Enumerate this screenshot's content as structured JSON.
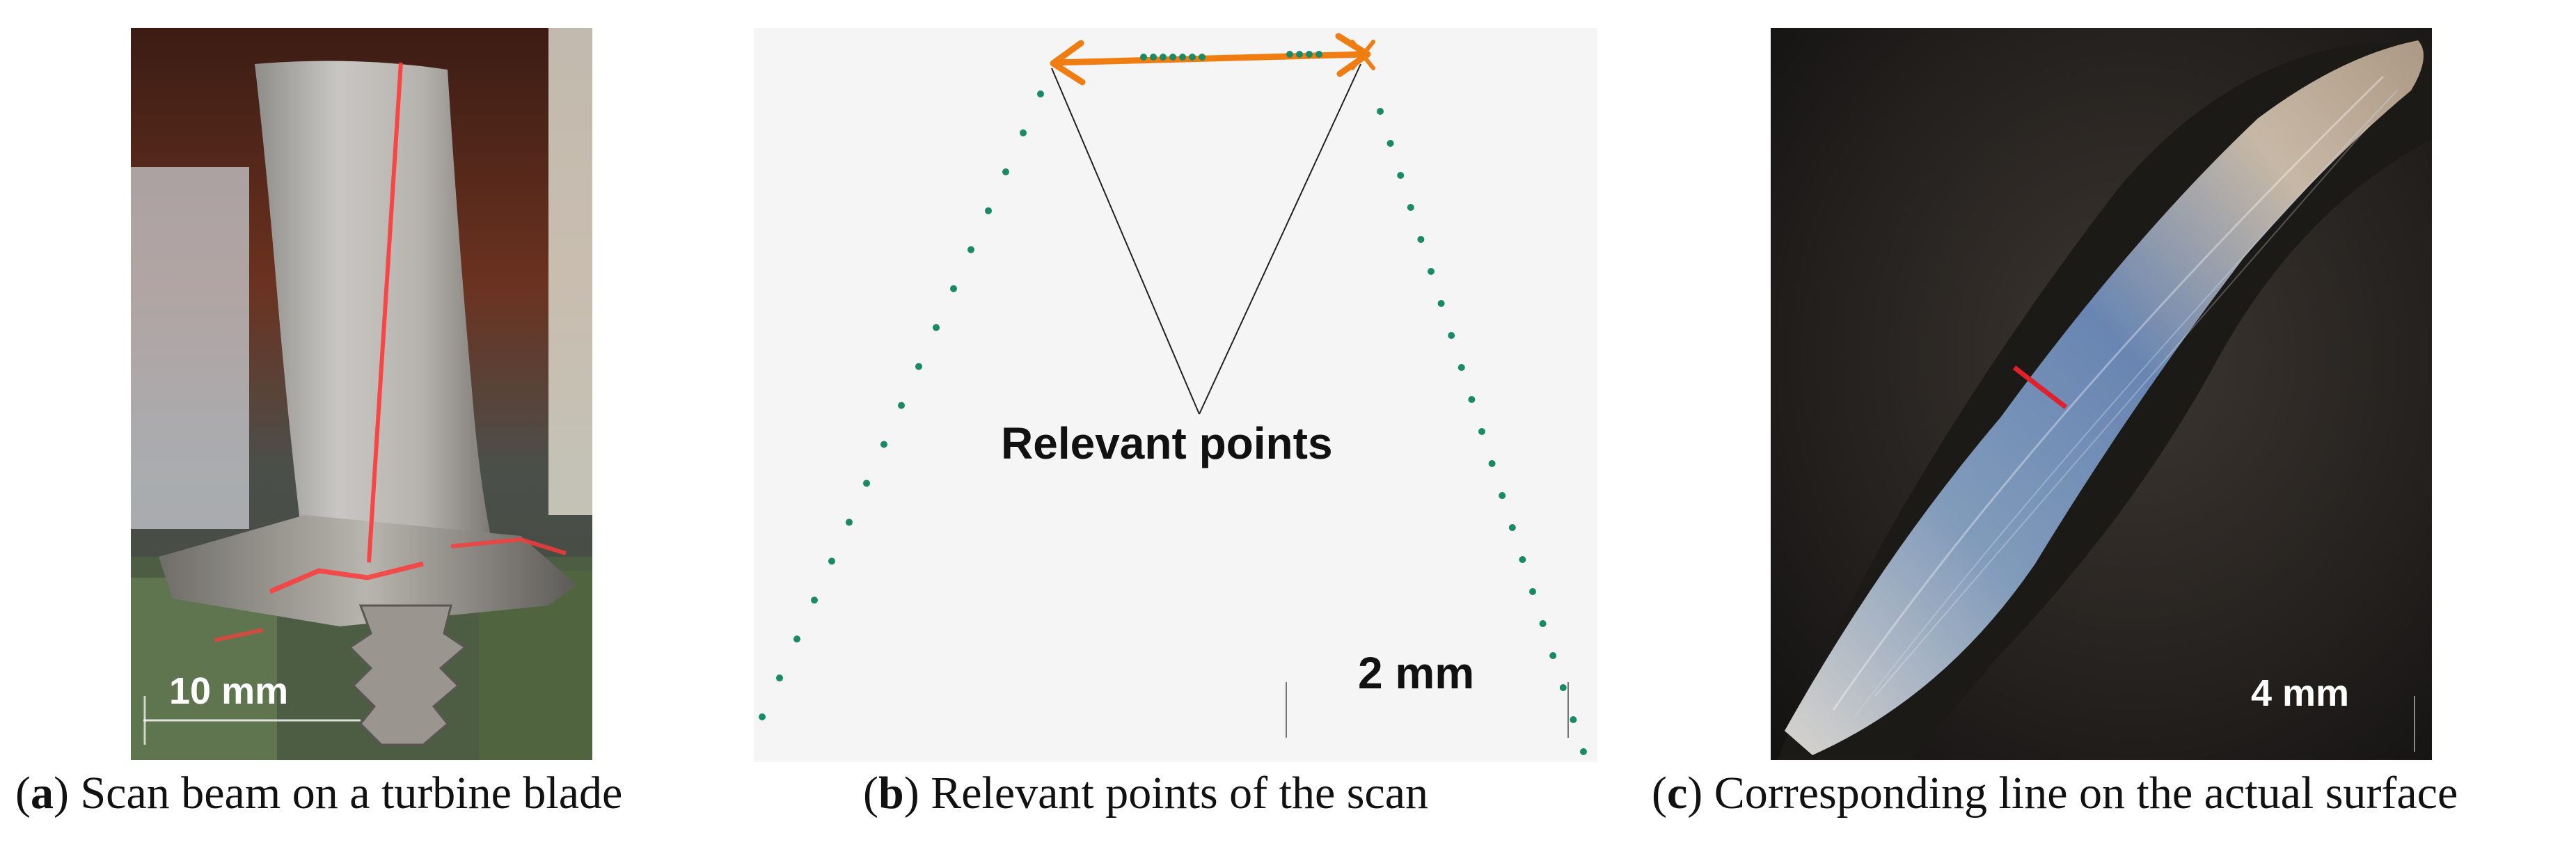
{
  "figure": {
    "panels": [
      {
        "id": "a",
        "letter": "a",
        "caption": "Scan beam on a turbine blade",
        "scale_bar": "10 mm"
      },
      {
        "id": "b",
        "letter": "b",
        "caption": "Relevant points of the scan",
        "annotation": "Relevant points",
        "scale_bar": "2 mm"
      },
      {
        "id": "c",
        "letter": "c",
        "caption": "Corresponding line on the actual surface",
        "scale_bar": "4 mm"
      }
    ],
    "colors": {
      "scan_points": "#1a8a66",
      "arrow": "#f07d12",
      "laser_line": "#ff3a3a",
      "marker_line": "#e0202a"
    }
  }
}
